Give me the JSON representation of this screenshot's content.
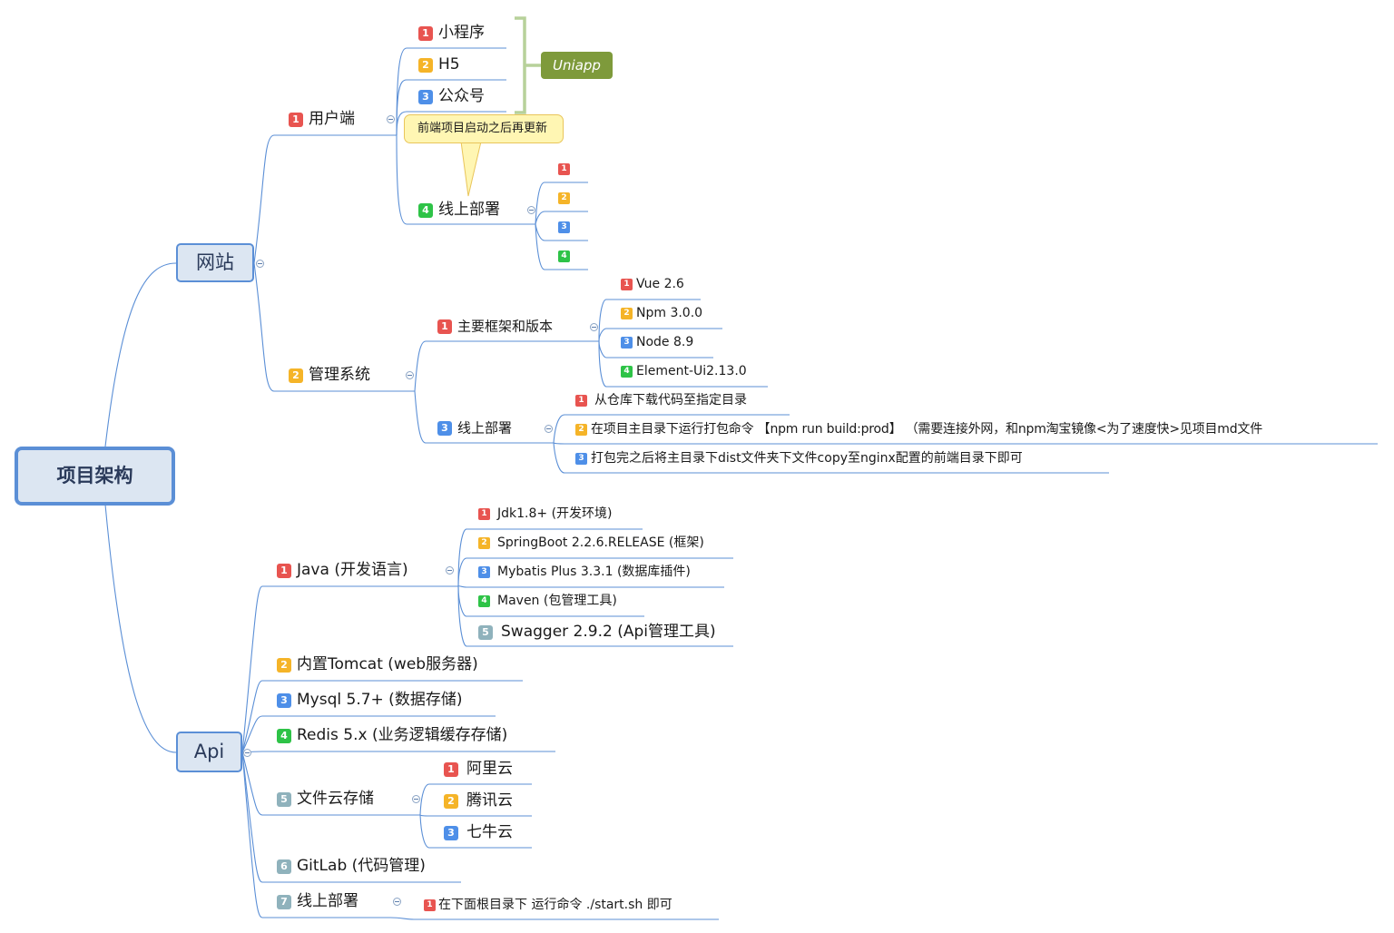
{
  "root": {
    "label": "项目架构"
  },
  "website": {
    "label": "网站",
    "user_end": {
      "index": "1",
      "label": "用户端",
      "children": [
        {
          "index": "1",
          "label": "小程序"
        },
        {
          "index": "2",
          "label": "H5"
        },
        {
          "index": "3",
          "label": "公众号"
        },
        {
          "index": "4",
          "label": "线上部署"
        }
      ],
      "group_label": "Uniapp",
      "callout": "前端项目启动之后再更新",
      "deploy_steps": [
        "1",
        "2",
        "3",
        "4"
      ]
    },
    "admin": {
      "index": "2",
      "label": "管理系统",
      "framework": {
        "index": "1",
        "label": "主要框架和版本",
        "items": [
          {
            "index": "1",
            "label": "Vue 2.6"
          },
          {
            "index": "2",
            "label": "Npm 3.0.0"
          },
          {
            "index": "3",
            "label": "Node 8.9"
          },
          {
            "index": "4",
            "label": "Element-Ui2.13.0"
          }
        ]
      },
      "deploy": {
        "index": "3",
        "label": "线上部署",
        "steps": [
          {
            "index": "1",
            "label": "从仓库下载代码至指定目录"
          },
          {
            "index": "2",
            "label": "在项目主目录下运行打包命令 【npm run build:prod】 （需要连接外网，和npm淘宝镜像<为了速度快>见项目md文件"
          },
          {
            "index": "3",
            "label": "打包完之后将主目录下dist文件夹下文件copy至nginx配置的前端目录下即可"
          }
        ]
      }
    }
  },
  "api": {
    "label": "Api",
    "java": {
      "index": "1",
      "label": "Java (开发语言)",
      "items": [
        {
          "index": "1",
          "label": "Jdk1.8+ (开发环境)"
        },
        {
          "index": "2",
          "label": "SpringBoot 2.2.6.RELEASE (框架)"
        },
        {
          "index": "3",
          "label": "Mybatis Plus 3.3.1 (数据库插件)"
        },
        {
          "index": "4",
          "label": "Maven (包管理工具)"
        },
        {
          "index": "5",
          "label": "Swagger 2.9.2 (Api管理工具)"
        }
      ]
    },
    "tomcat": {
      "index": "2",
      "label": "内置Tomcat (web服务器)"
    },
    "mysql": {
      "index": "3",
      "label": "Mysql 5.7+ (数据存储)"
    },
    "redis": {
      "index": "4",
      "label": "Redis 5.x (业务逻辑缓存存储)"
    },
    "storage": {
      "index": "5",
      "label": "文件云存储",
      "items": [
        {
          "index": "1",
          "label": "阿里云"
        },
        {
          "index": "2",
          "label": "腾讯云"
        },
        {
          "index": "3",
          "label": "七牛云"
        }
      ]
    },
    "gitlab": {
      "index": "6",
      "label": "GitLab (代码管理)"
    },
    "deploy": {
      "index": "7",
      "label": "线上部署",
      "step": {
        "index": "1",
        "label": "在下面根目录下 运行命令 ./start.sh 即可"
      }
    }
  },
  "colors": {
    "line": "#5b8fd6",
    "badge_1": "#e85450",
    "badge_2": "#f5b428",
    "badge_3": "#4e8fe8",
    "badge_4": "#2ec347",
    "badge_5": "#8fb2bc",
    "uniapp": "#7e9a3b",
    "callout": "#fff6b3",
    "bracket": "#b7d19a"
  }
}
